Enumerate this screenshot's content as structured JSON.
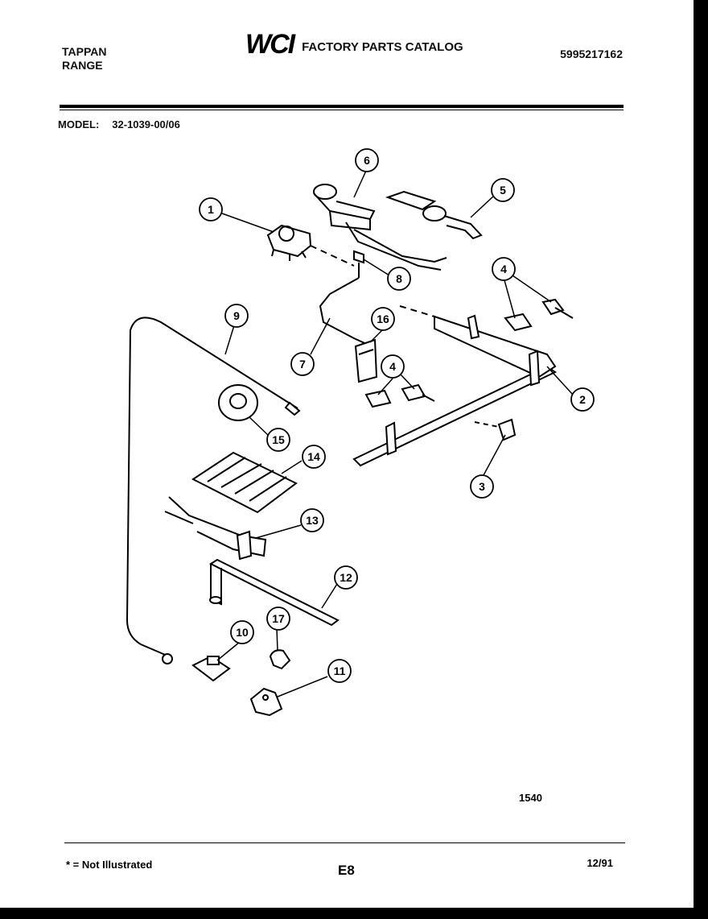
{
  "header": {
    "brand_line1": "TAPPAN",
    "brand_line2": "RANGE",
    "logo_text": "WCI",
    "catalog_title": "FACTORY PARTS CATALOG",
    "part_number": "5995217162"
  },
  "model": {
    "label": "MODEL:",
    "value": "32-1039-00/06"
  },
  "callouts": [
    "1",
    "2",
    "3",
    "4",
    "4",
    "5",
    "6",
    "7",
    "8",
    "9",
    "10",
    "11",
    "12",
    "13",
    "14",
    "15",
    "16",
    "17"
  ],
  "footer": {
    "figure_number": "1540",
    "footnote": "* = Not Illustrated",
    "page_number": "E8",
    "date": "12/91"
  }
}
